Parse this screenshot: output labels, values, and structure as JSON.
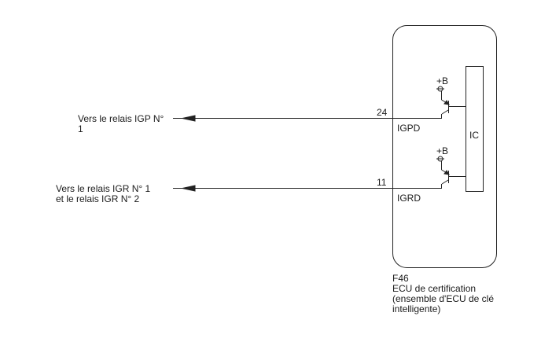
{
  "left_labels": {
    "igp_line1": "Vers le relais IGP N°",
    "igp_line2": "1",
    "igr_line1": "Vers le relais IGR N° 1",
    "igr_line2": "et le relais IGR N° 2"
  },
  "pins": {
    "igpd_number": "24",
    "igpd_name": "IGPD",
    "igrd_number": "11",
    "igrd_name": "IGRD"
  },
  "supply": {
    "top": "+B",
    "bottom": "+B"
  },
  "ic_label": "IC",
  "component": {
    "code": "F46",
    "name_line1": "ECU de certification",
    "name_line2": "(ensemble d'ECU de clé",
    "name_line3": "intelligente)"
  }
}
